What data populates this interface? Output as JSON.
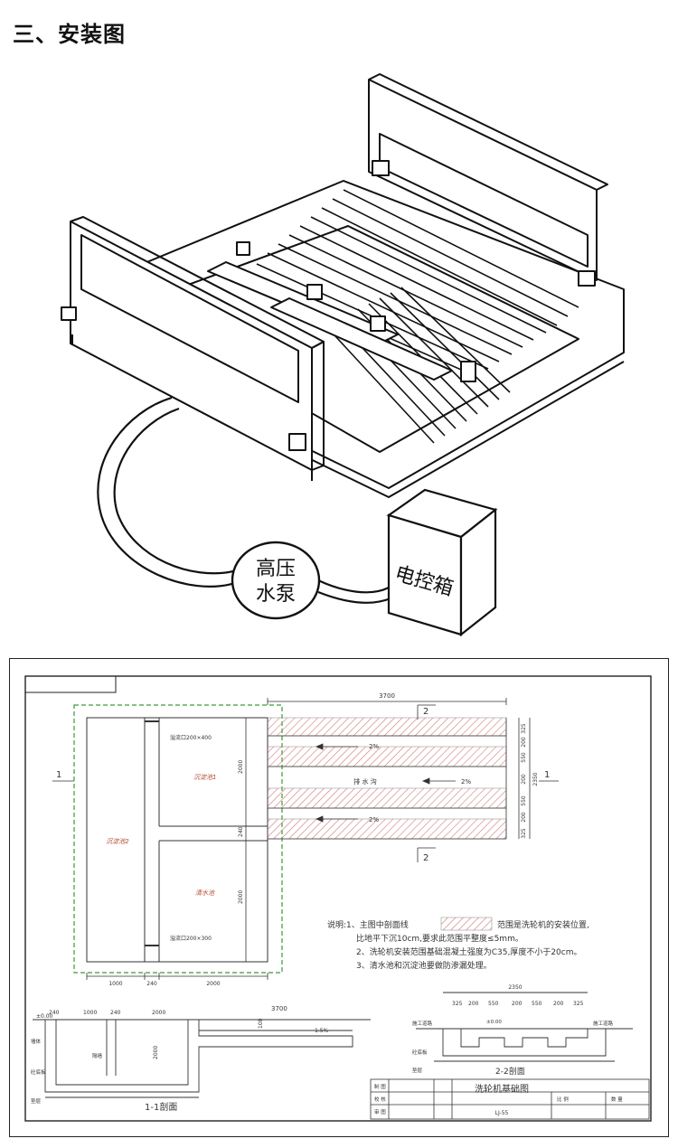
{
  "page_title": "三、安装图",
  "sketch": {
    "pump_label_line1": "高压",
    "pump_label_line2": "水泵",
    "control_box_label": "电控箱"
  },
  "plan": {
    "total_length": "3700",
    "section_2_top": "2",
    "section_2_bottom": "2",
    "section_1_left": "1",
    "section_1_right": "1",
    "overflow_top": "溢流口200×400",
    "overflow_bottom": "溢流口200×300",
    "tank_sediment_1": "沉淀池1",
    "tank_sediment_2": "沉淀池2",
    "tank_clear": "清水池",
    "drain_channel": "排 水 沟",
    "slope_top": "2%",
    "slope_mid": "2%",
    "slope_bottom": "2%",
    "dim_2000_a": "2000",
    "dim_240_mid": "240",
    "dim_2000_b": "2000",
    "right_dims": [
      "325",
      "200",
      "550",
      "200",
      "550",
      "200",
      "325"
    ],
    "right_total": "2350",
    "bottom_dims": [
      "1000",
      "240",
      "2000"
    ]
  },
  "notes": {
    "line1_a": "说明:1、主图中剖面线",
    "line1_b": "范围是洗轮机的安装位置,",
    "line2": "比地平下沉10cm,要求此范围平整度≤5mm。",
    "line3": "2、洗轮机安装范围基础混凝土强度为C35,厚度不小于20cm。",
    "line4": "3、清水池和沉淀池要做防渗漏处理。"
  },
  "section11": {
    "label": "1-1剖面",
    "elev": "±0.00",
    "dims_top": [
      "240",
      "1000",
      "240",
      "2000"
    ],
    "dim_3700": "3700",
    "dim_2000_v": "2000",
    "dim_100": "100",
    "slope": "1.5%",
    "wall": "墙体",
    "partition": "隔墙",
    "cushion": "砼底板",
    "base": "垫层"
  },
  "section22": {
    "label": "2-2剖面",
    "total": "2350",
    "dims": [
      "325",
      "200",
      "550",
      "200",
      "550",
      "200",
      "325"
    ],
    "road": "施工道路",
    "road_r": "施工道路",
    "elev": "±0.00",
    "cushion": "砼底板",
    "base": "垫层"
  },
  "titleblock": {
    "draw": "制 图",
    "check": "校 核",
    "review": "审 图",
    "name": "洗轮机基础图",
    "code": "LJ-55",
    "scale": "比 例",
    "qty": "数 量"
  }
}
